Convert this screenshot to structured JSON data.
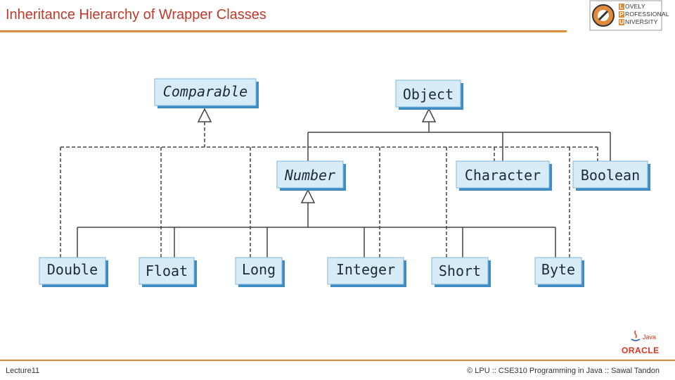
{
  "slide": {
    "title": "Inheritance Hierarchy of Wrapper Classes",
    "footer_left": "Lecture11",
    "footer_right": "© LPU :: CSE310 Programming in Java :: Sawal Tandon"
  },
  "logo": {
    "lines": [
      "L",
      "OVELY",
      "P",
      "ROFESSIONAL",
      "U",
      "NIVERSITY"
    ]
  },
  "oracle": {
    "java_text": "Java",
    "oracle_text": "ORACLE"
  },
  "diagram": {
    "nodes": {
      "comparable": "Comparable",
      "object": "Object",
      "number": "Number",
      "character": "Character",
      "boolean": "Boolean",
      "double": "Double",
      "float": "Float",
      "long": "Long",
      "integer": "Integer",
      "short": "Short",
      "byte": "Byte"
    },
    "colors": {
      "box_fill": "#d8ecf8",
      "box_border": "#7fb6dc",
      "shadow": "#3d8cc4",
      "line": "#444444"
    }
  }
}
